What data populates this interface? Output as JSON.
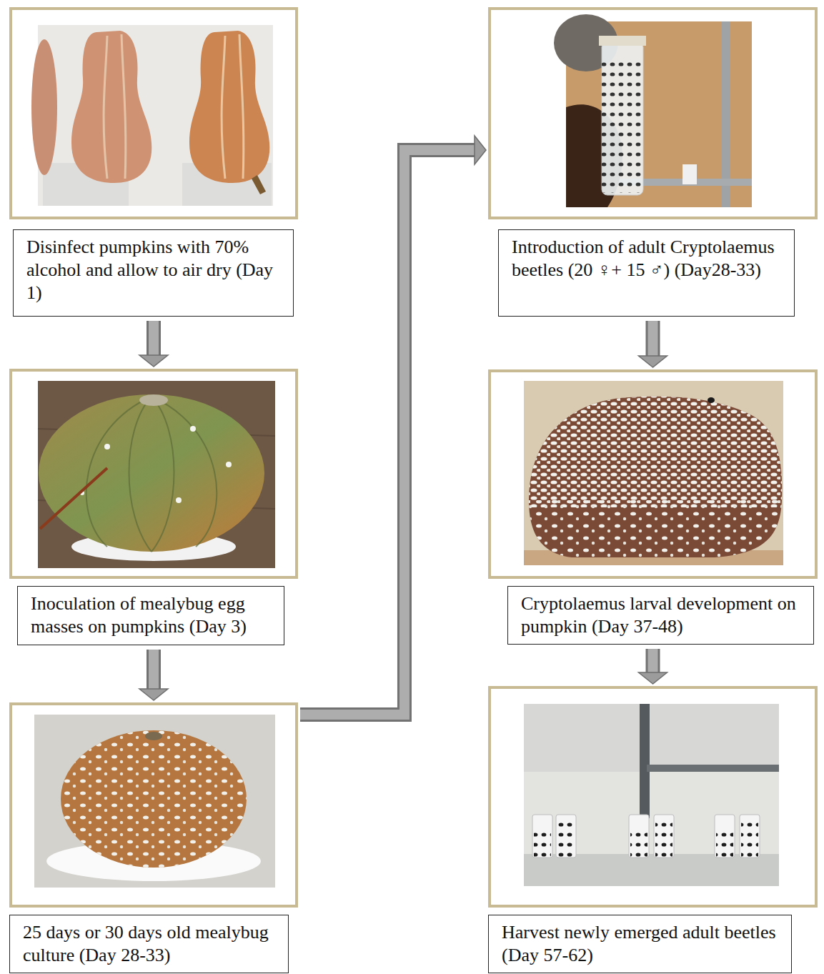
{
  "diagram": {
    "nodes": [
      {
        "text": [
          "Disinfect pumpkins with 70% alcohol and allow to air dry (Day 1)"
        ]
      },
      {
        "text": [
          "Inoculation of mealybug egg masses on pumpkins (Day 3)"
        ]
      },
      {
        "text": [
          "25 days or 30 days old mealybug culture (Day 28-33)"
        ]
      },
      {
        "text": [
          "Introduction of adult Cryptolaemus beetles (20 ♀+ 15 ♂) (Day28-33)"
        ]
      },
      {
        "text": [
          "Cryptolaemus larval development on pumpkin (Day 37-48)"
        ]
      },
      {
        "text": [
          "Harvest newly emerged adult beetles (Day 57-62)"
        ]
      }
    ],
    "edges": [
      {
        "from": 0,
        "to": 1,
        "arrow": "to"
      },
      {
        "from": 1,
        "to": 2,
        "arrow": "to"
      },
      {
        "from": 2,
        "to": 3,
        "arrow": "to"
      },
      {
        "from": 3,
        "to": 4,
        "arrow": "to"
      },
      {
        "from": 4,
        "to": 5,
        "arrow": "to"
      }
    ]
  }
}
